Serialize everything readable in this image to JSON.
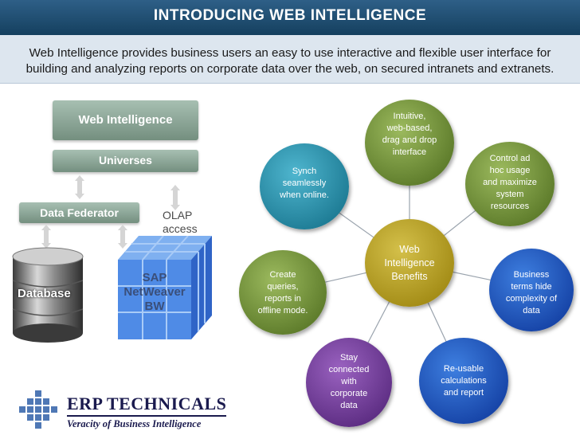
{
  "header": {
    "title": "INTRODUCING WEB INTELLIGENCE"
  },
  "intro": {
    "text": "Web Intelligence provides business users an easy to use interactive and flexible user interface for building and analyzing reports on corporate data over the web, on secured intranets and extranets."
  },
  "architecture": {
    "web_intelligence": "Web Intelligence",
    "universes": "Universes",
    "data_federator": "Data Federator",
    "olap_access": "OLAP\naccess",
    "database": "Database",
    "sap_bw": "SAP\nNetWeaver\nBW"
  },
  "benefits": {
    "center": "Web\nIntelligence\nBenefits",
    "items": [
      "Intuitive,\nweb-based,\ndrag and drop\ninterface",
      "Control ad\nhoc usage\nand maximize\nsystem\nresources",
      "Business\nterms hide\ncomplexity of\ndata",
      "Re-usable\ncalculations\nand report",
      "Stay\nconnected\nwith\ncorporate\ndata",
      "Create\nqueries,\nreports in\noffline mode.",
      "Synch\nseamlessly\nwhen online."
    ]
  },
  "logo": {
    "name": "ERP TECHNICALS",
    "tagline": "Veracity of Business Intelligence"
  },
  "colors": {
    "title_bar": "#1f4e72",
    "accent_green": "#6f8f3a",
    "accent_blue": "#1745a8"
  }
}
